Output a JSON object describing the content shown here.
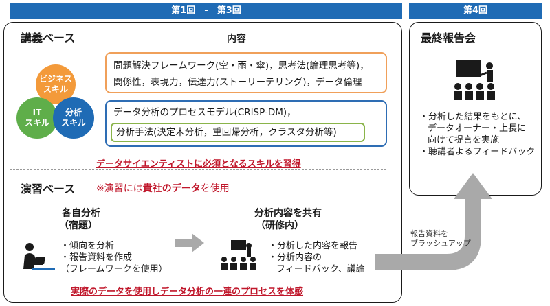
{
  "banners": {
    "left": "第1回　-　第3回",
    "right": "第4回"
  },
  "lecture": {
    "heading": "講義ベース",
    "content_title": "内容",
    "box1": [
      "問題解決フレームワーク(空・雨・傘)，思考法(論理思考等)，",
      "関係性，表現力，伝達力(ストーリーテリング)，データ倫理"
    ],
    "box2_line1": "データ分析のプロセスモデル(CRISP-DM)，",
    "box2_inner": "分析手法(決定木分析，重回帰分析，クラスタ分析等)",
    "skills": {
      "business": [
        "ビジネス",
        "スキル"
      ],
      "it": [
        "IT",
        "スキル"
      ],
      "analysis": [
        "分析",
        "スキル"
      ]
    },
    "tagline": "データサイエンティストに必須となるスキルを習得"
  },
  "exercise": {
    "heading": "演習ベース",
    "note_prefix": "※演習には",
    "note_bold": "貴社のデータ",
    "note_suffix": "を使用",
    "individual_title": "各自分析",
    "individual_sub": "（宿題）",
    "individual_items": [
      "・傾向を分析",
      "・報告資料を作成",
      "（フレームワークを使用）"
    ],
    "share_title": "分析内容を共有",
    "share_sub": "（研修内）",
    "share_items": [
      "・分析した内容を報告",
      "・分析内容の",
      "フィードバック、議論"
    ],
    "tagline": "実際のデータを使用しデータ分析の一連のプロセスを体感"
  },
  "final": {
    "heading": "最終報告会",
    "items": [
      "・分析した結果をもとに、",
      "データオーナー・上長に",
      "向けて提言を実施",
      "・聴講者よるフィードバック"
    ]
  },
  "arrow_label": [
    "報告資料を",
    "ブラッシュアップ"
  ],
  "colors": {
    "banner": "#1f6bb5",
    "box_orange": "#f0a05a",
    "box_blue": "#2e6db4",
    "box_green": "#8ab44a",
    "circle_orange": "#f39a3a",
    "circle_green": "#5fae4a",
    "circle_blue": "#1f6bb5",
    "accent_red": "#c0172b",
    "arrow_gray": "#a9a9a9"
  }
}
